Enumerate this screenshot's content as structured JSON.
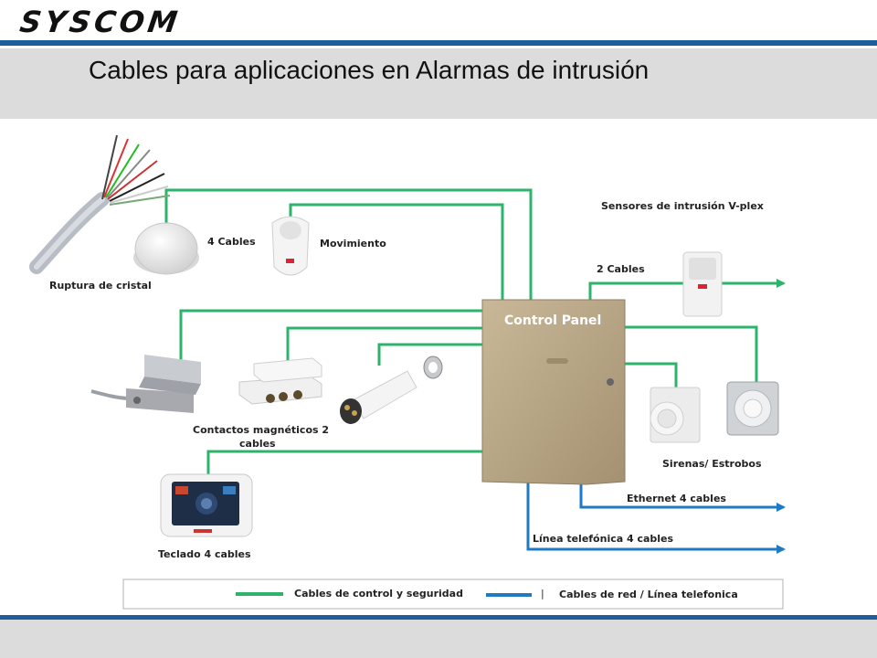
{
  "header": {
    "logo": "SYSCOM",
    "title": "Cables para aplicaciones en Alarmas de intrusión"
  },
  "panel": {
    "label": "Control Panel"
  },
  "labels": {
    "vplex": "Sensores de intrusión V-plex",
    "cables4": "4 Cables",
    "movimiento": "Movimiento",
    "ruptura": "Ruptura de cristal",
    "cables2": "2 Cables",
    "contactos_1": "Contactos magnéticos 2",
    "contactos_2": "cables",
    "sirenas": "Sirenas/ Estrobos",
    "ethernet": "Ethernet 4 cables",
    "linea": "Línea telefónica 4 cables",
    "teclado": "Teclado 4 cables"
  },
  "legend": {
    "control": "Cables de control y seguridad",
    "separator": "|",
    "red": "Cables de red / Línea telefonica"
  },
  "colors": {
    "green": "#2db36b",
    "blue": "#1f7ac4",
    "brand_blue": "#1f5e9e",
    "panel": "#b9a98a"
  }
}
